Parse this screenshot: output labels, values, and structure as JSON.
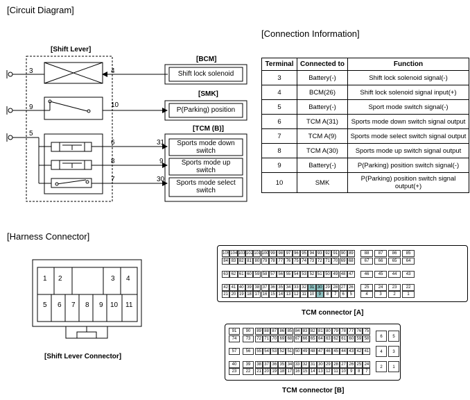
{
  "titles": {
    "circuit": "[Circuit  Diagram]",
    "connection": "[Connection Information]",
    "harness": "[Harness Connector]"
  },
  "circuit": {
    "shift_lever": "[Shift Lever]",
    "bcm": "[BCM]",
    "smk": "[SMK]",
    "tcm_b": "[TCM (B)]",
    "shift_lock": "Shift lock solenoid",
    "parking": "P(Parking) position",
    "sm_down": [
      "Sports mode down",
      "switch"
    ],
    "sm_up": [
      "Sports mode up",
      "switch"
    ],
    "sm_select": [
      "Sports mode select",
      "switch"
    ],
    "pins": {
      "p3": "3",
      "p4": "4",
      "p9": "9",
      "p10": "10",
      "p5": "5",
      "p6": "6",
      "p8": "8",
      "p7": "7",
      "t31": "31",
      "t9": "9",
      "t30": "30"
    }
  },
  "table": {
    "headers": [
      "Terminal",
      "Connected to",
      "Function"
    ],
    "rows": [
      [
        "3",
        "Battery(-)",
        "Shift lock solenoid signal(-)"
      ],
      [
        "4",
        "BCM(26)",
        "Shift lock solenoid signal input(+)"
      ],
      [
        "5",
        "Battery(-)",
        "Sport mode switch signal(-)"
      ],
      [
        "6",
        "TCM A(31)",
        "Sports mode down switch signal output"
      ],
      [
        "7",
        "TCM A(9)",
        "Sports mode select switch signal output"
      ],
      [
        "8",
        "TCM A(30)",
        "Sports mode up switch signal output"
      ],
      [
        "9",
        "Battery(-)",
        "P(Parking) position switch signal(-)"
      ],
      [
        "10",
        "SMK",
        "P(Parking) position switch signal output(+)"
      ]
    ]
  },
  "shift_connector": {
    "caption": "[Shift Lever Connector]",
    "top": [
      "1",
      "2",
      "3",
      "4"
    ],
    "bottom": [
      "5",
      "6",
      "7",
      "8",
      "9",
      "10",
      "11"
    ]
  },
  "tcm_a": {
    "caption": "TCM connector [A]",
    "rows": [
      [
        "105",
        "104",
        "103",
        "102",
        "101",
        "100",
        "99",
        "98",
        "97",
        "96",
        "95",
        "94",
        "93",
        "92",
        "91",
        "90",
        "89",
        "88",
        "87",
        "86",
        "85"
      ],
      [
        "84",
        "83",
        "82",
        "81",
        "80",
        "79",
        "78",
        "77",
        "76",
        "75",
        "74",
        "73",
        "72",
        "71",
        "70",
        "69",
        "68",
        "67",
        "66",
        "65",
        "64"
      ],
      [
        "63",
        "62",
        "61",
        "60",
        "59",
        "58",
        "57",
        "56",
        "55",
        "54",
        "53",
        "52",
        "51",
        "50",
        "49",
        "48",
        "47",
        "46",
        "45",
        "44",
        "43"
      ],
      [
        "42",
        "41",
        "40",
        "39",
        "38",
        "37",
        "36",
        "35",
        "34",
        "33",
        "32",
        "31",
        "30",
        "29",
        "28",
        "27",
        "26",
        "25",
        "24",
        "23",
        "22"
      ],
      [
        "21",
        "20",
        "19",
        "18",
        "17",
        "16",
        "15",
        "14",
        "13",
        "12",
        "11",
        "10",
        "9",
        "8",
        "7",
        "6",
        "5",
        "4",
        "3",
        "2",
        "1"
      ]
    ],
    "highlight": [
      "31",
      "30",
      "9"
    ]
  },
  "tcm_b": {
    "caption": "TCM connector [B]",
    "rows": [
      [
        "91",
        "90",
        "89",
        "88",
        "87",
        "86",
        "85",
        "84",
        "83",
        "82",
        "81",
        "80",
        "79",
        "78",
        "77",
        "76",
        "75"
      ],
      [
        "74",
        "73",
        "72",
        "71",
        "70",
        "69",
        "68",
        "67",
        "66",
        "65",
        "64",
        "63",
        "62",
        "61",
        "60",
        "59",
        "58"
      ],
      [
        "57",
        "56",
        "55",
        "54",
        "53",
        "52",
        "51",
        "50",
        "49",
        "48",
        "47",
        "46",
        "45",
        "44",
        "43",
        "42",
        "41"
      ],
      [
        "40",
        "39",
        "38",
        "37",
        "36",
        "35",
        "34",
        "33",
        "32",
        "31",
        "30",
        "29",
        "28",
        "27",
        "26",
        "25",
        "24"
      ],
      [
        "23",
        "22",
        "21",
        "20",
        "19",
        "18",
        "17",
        "16",
        "15",
        "14",
        "13",
        "12",
        "11",
        "10",
        "9",
        "8",
        "7"
      ]
    ],
    "side": [
      [
        "6",
        "5"
      ],
      [
        "4",
        "3"
      ],
      [
        "2",
        "1"
      ]
    ]
  }
}
